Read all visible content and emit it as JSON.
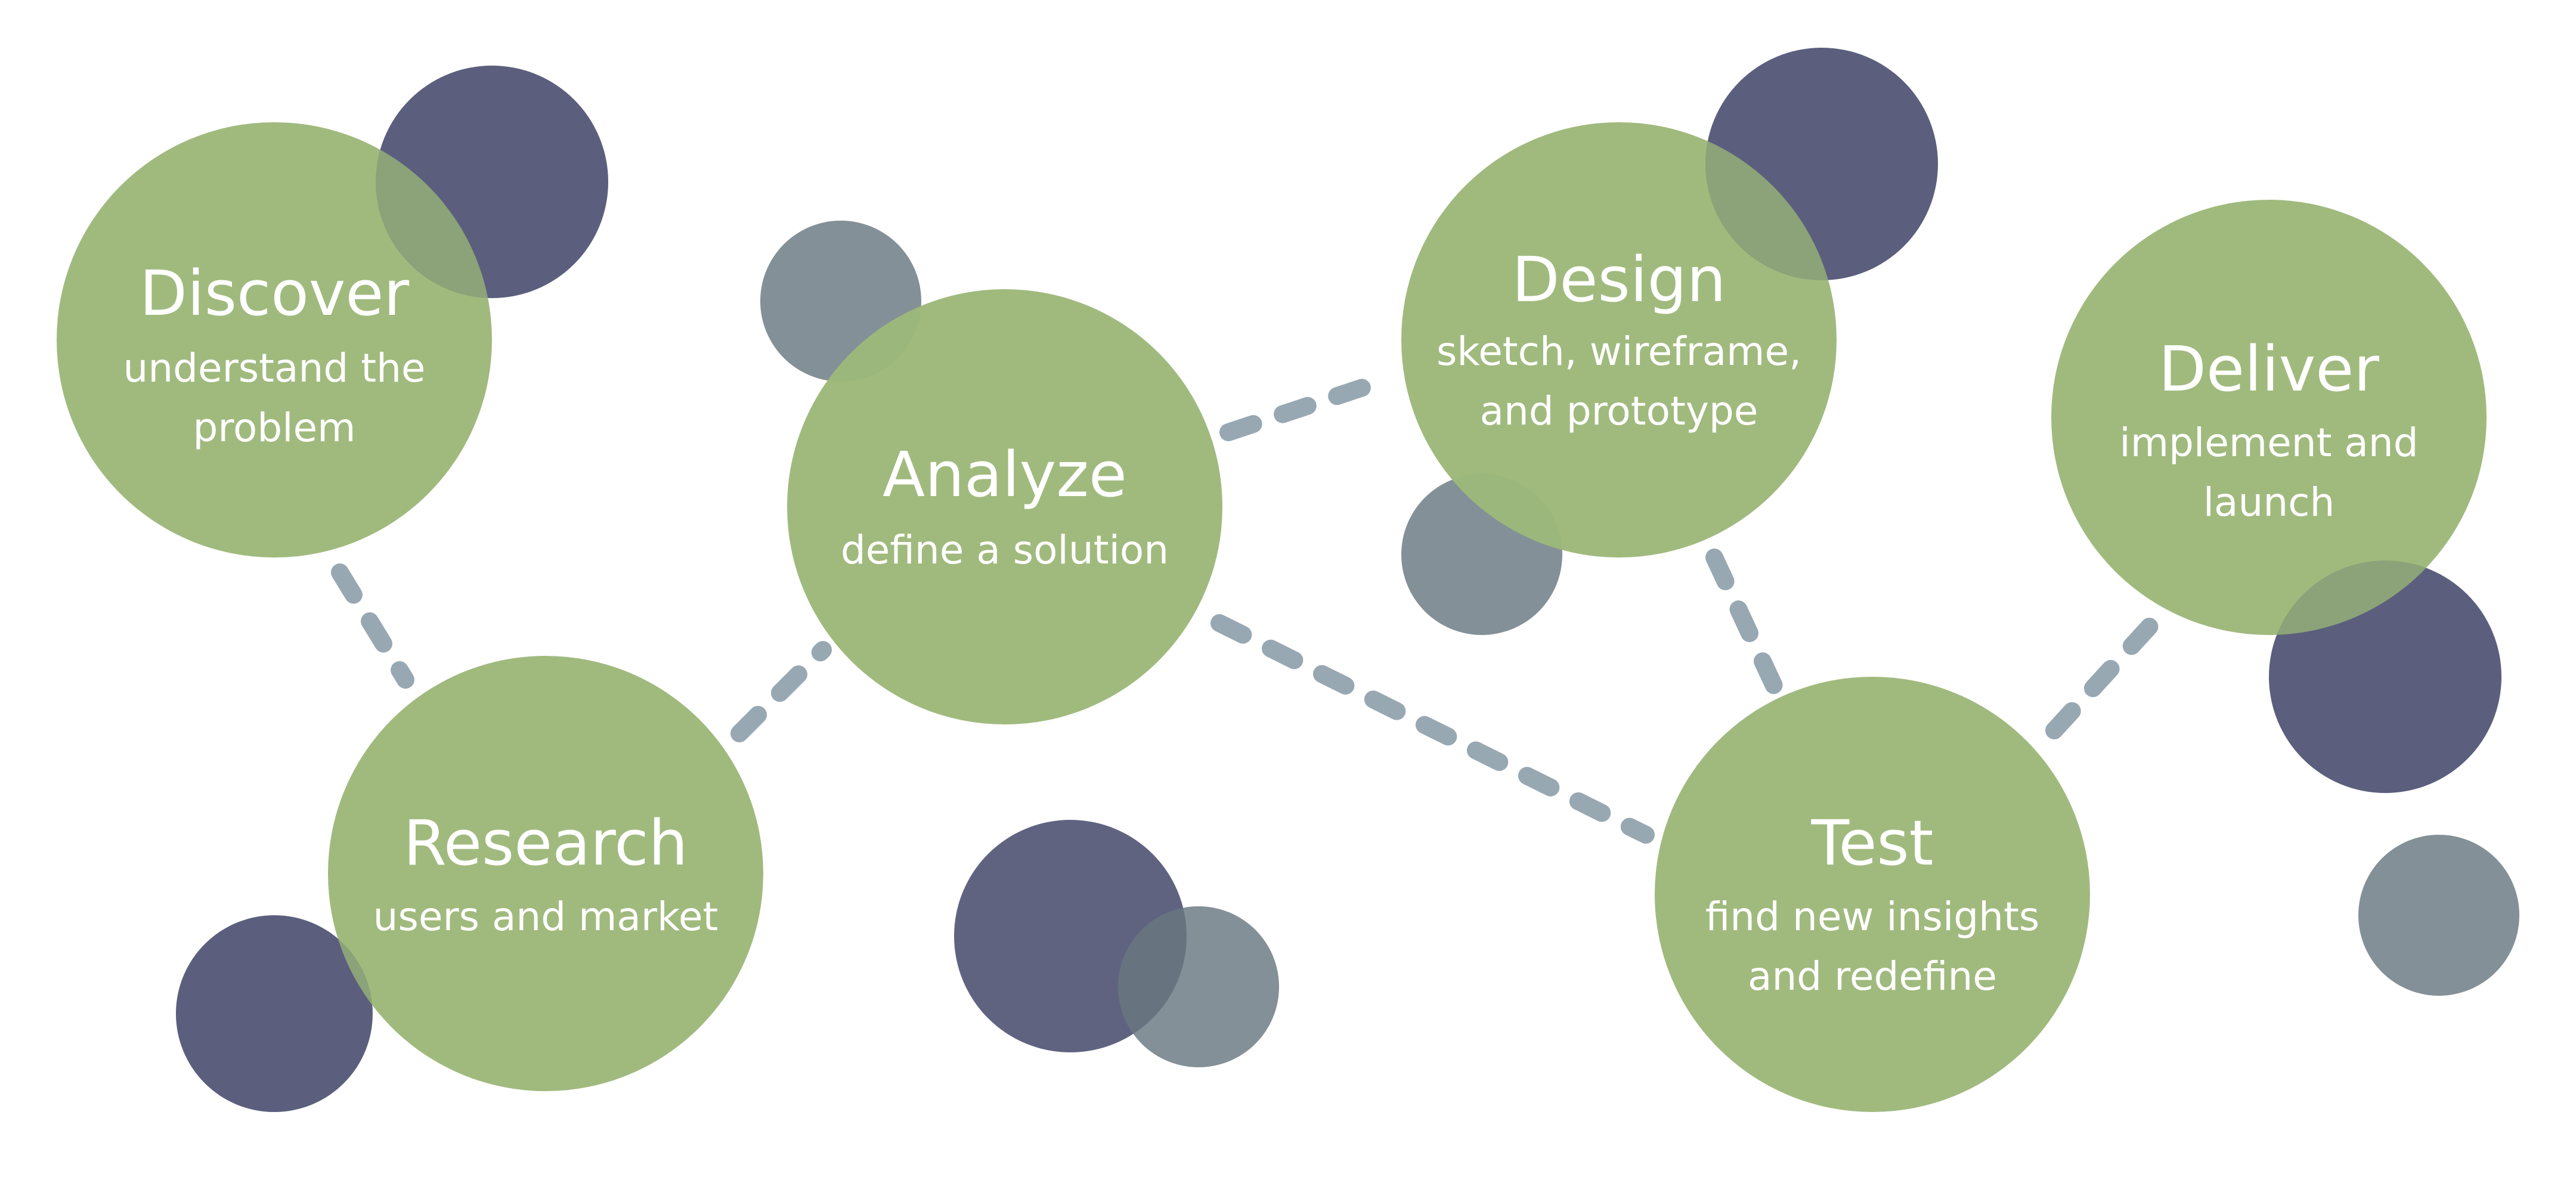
{
  "colors": {
    "stage_fill": "#9db87a",
    "accent_dark": "#4a4d6e",
    "accent_slate": "#697880",
    "connector": "#98a8b2",
    "text": "#ffffff"
  },
  "stages": [
    {
      "id": "discover",
      "title": "Discover",
      "description": [
        "understand the",
        "problem"
      ]
    },
    {
      "id": "research",
      "title": "Research",
      "description": [
        "users and market"
      ]
    },
    {
      "id": "analyze",
      "title": "Analyze",
      "description": [
        "define a solution"
      ]
    },
    {
      "id": "design",
      "title": "Design",
      "description": [
        "sketch, wireframe,",
        "and prototype"
      ]
    },
    {
      "id": "test",
      "title": "Test",
      "description": [
        "find new insights",
        "and redefine"
      ]
    },
    {
      "id": "deliver",
      "title": "Deliver",
      "description": [
        "implement and",
        "launch"
      ]
    }
  ],
  "connections": [
    {
      "from": "discover",
      "to": "research"
    },
    {
      "from": "research",
      "to": "analyze"
    },
    {
      "from": "analyze",
      "to": "design"
    },
    {
      "from": "analyze",
      "to": "test"
    },
    {
      "from": "design",
      "to": "test"
    },
    {
      "from": "test",
      "to": "deliver"
    }
  ]
}
